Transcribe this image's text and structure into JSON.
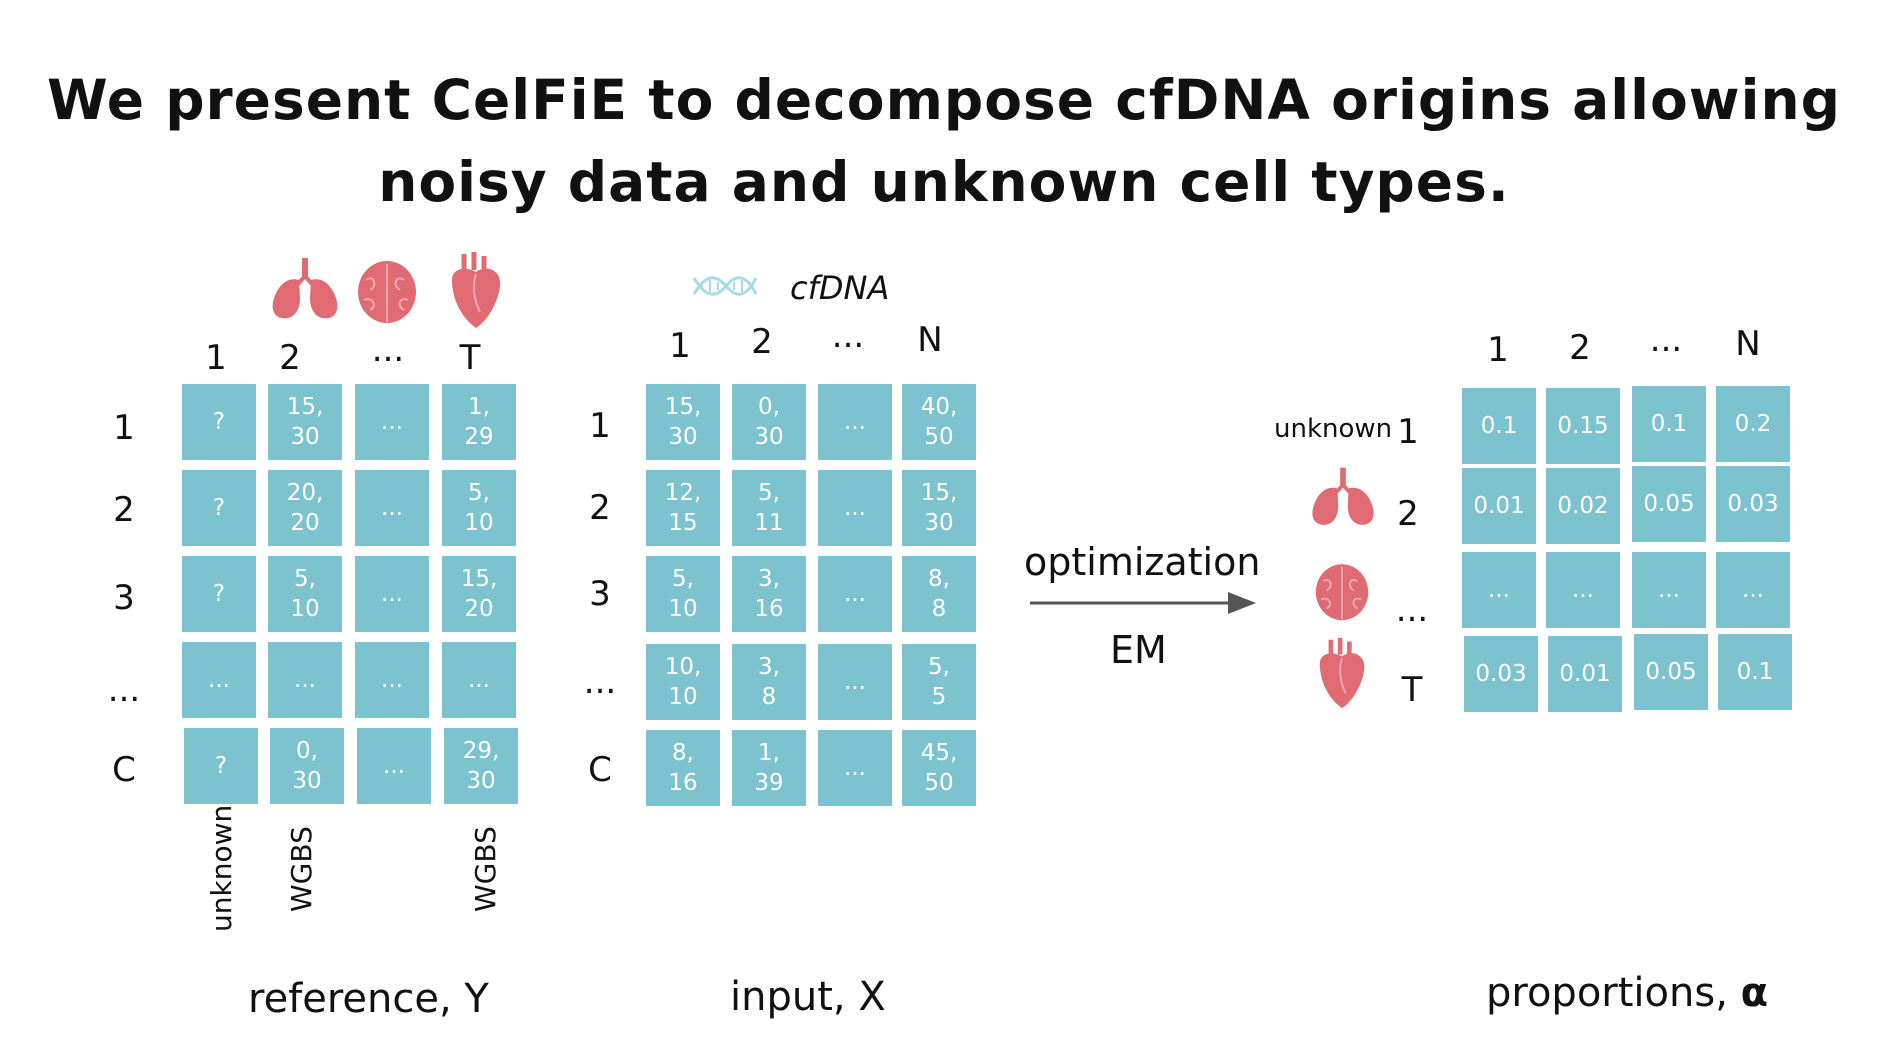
{
  "title": {
    "line1": "We present CelFiE to decompose cfDNA origins allowing",
    "line2": "noisy data and unknown cell types."
  },
  "icons": {
    "lung": "lungs-icon",
    "brain": "brain-icon",
    "heart": "heart-icon",
    "dna": "dna-icon",
    "organ_color": "#e06b73",
    "cell_color": "#7cc3cf"
  },
  "reference": {
    "col_headers": [
      "1",
      "2",
      "...",
      "T"
    ],
    "row_headers": [
      "1",
      "2",
      "3",
      "...",
      "C"
    ],
    "cells": [
      [
        "?",
        "15,\n30",
        "...",
        "1,\n29"
      ],
      [
        "?",
        "20,\n20",
        "...",
        "5,\n10"
      ],
      [
        "?",
        "5,\n10",
        "...",
        "15,\n20"
      ],
      [
        "...",
        "...",
        "...",
        "..."
      ],
      [
        "?",
        "0,\n30",
        "...",
        "29,\n30"
      ]
    ],
    "col_bottom_labels": [
      "unknown",
      "WGBS",
      "",
      "WGBS"
    ],
    "caption": "reference, Y"
  },
  "input": {
    "header_label": "cfDNA",
    "col_headers": [
      "1",
      "2",
      "...",
      "N"
    ],
    "row_headers": [
      "1",
      "2",
      "3",
      "...",
      "C"
    ],
    "cells": [
      [
        "15,\n30",
        "0,\n30",
        "...",
        "40,\n50"
      ],
      [
        "12,\n15",
        "5,\n11",
        "...",
        "15,\n30"
      ],
      [
        "5,\n10",
        "3,\n16",
        "...",
        "8,\n8"
      ],
      [
        "10,\n10",
        "3,\n8",
        "...",
        "5,\n5"
      ],
      [
        "8,\n16",
        "1,\n39",
        "...",
        "45,\n50"
      ]
    ],
    "caption": "input, X"
  },
  "arrow": {
    "top_label": "optimization",
    "bottom_label": "EM"
  },
  "proportions": {
    "col_headers": [
      "1",
      "2",
      "...",
      "N"
    ],
    "unknown_label": "unknown",
    "row_headers": [
      "1",
      "2",
      "...",
      "T"
    ],
    "cells": [
      [
        "0.1",
        "0.15",
        "0.1",
        "0.2"
      ],
      [
        "0.01",
        "0.02",
        "0.05",
        "0.03"
      ],
      [
        "...",
        "...",
        "...",
        "..."
      ],
      [
        "0.03",
        "0.01",
        "0.05",
        "0.1"
      ]
    ],
    "caption": "proportions,",
    "caption_symbol": "α"
  }
}
